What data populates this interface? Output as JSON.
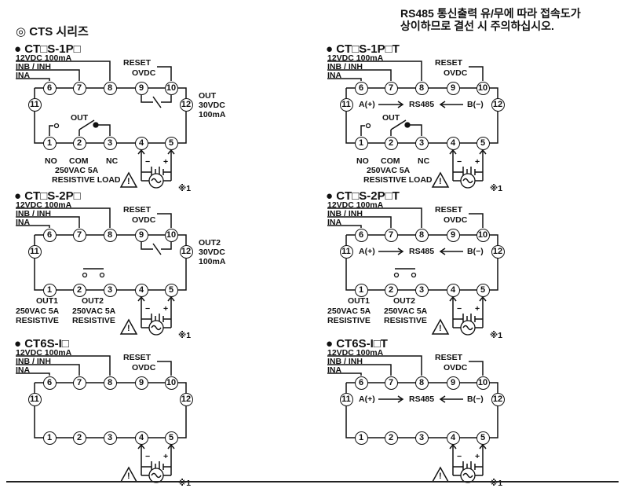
{
  "header": {
    "section_title": "◎ CTS 시리즈",
    "note_line1": "RS485 통신출력 유/무에 따라 접속도가",
    "note_line2": "상이하므로 결선 시 주의하십시오."
  },
  "common": {
    "supply": "12VDC 100mA",
    "inb": "INB / INH",
    "ina": "INA",
    "reset": "RESET",
    "ovdc": "OVDC",
    "note_mark": "※1",
    "rs485": "RS485",
    "a_plus": "A(+)",
    "b_minus": "B(−)",
    "plus": "+",
    "minus": "−"
  },
  "diagrams": [
    {
      "title": "● CT□S-1P□",
      "out": "OUT",
      "out_rating": "30VDC",
      "out_current": "100mA",
      "relay_label": "OUT",
      "no": "NO",
      "com": "COM",
      "nc": "NC",
      "rating": "250VAC 5A",
      "load": "RESISTIVE LOAD"
    },
    {
      "title": "● CT□S-1P□T",
      "relay_label": "OUT",
      "no": "NO",
      "com": "COM",
      "nc": "NC",
      "rating": "250VAC 5A",
      "load": "RESISTIVE LOAD"
    },
    {
      "title": "● CT□S-2P□",
      "out": "OUT2",
      "out_rating": "30VDC",
      "out_current": "100mA",
      "out1": "OUT1",
      "out2": "OUT2",
      "rating1": "250VAC 5A",
      "rating2": "250VAC 5A",
      "load1": "RESISTIVE",
      "load2": "RESISTIVE"
    },
    {
      "title": "● CT□S-2P□T",
      "out1": "OUT1",
      "out2": "OUT2",
      "rating1": "250VAC 5A",
      "rating2": "250VAC 5A",
      "load1": "RESISTIVE",
      "load2": "RESISTIVE"
    },
    {
      "title": "● CT6S-I□"
    },
    {
      "title": "● CT6S-I□T"
    }
  ],
  "pins": [
    "1",
    "2",
    "3",
    "4",
    "5",
    "6",
    "7",
    "8",
    "9",
    "10",
    "11",
    "12"
  ]
}
